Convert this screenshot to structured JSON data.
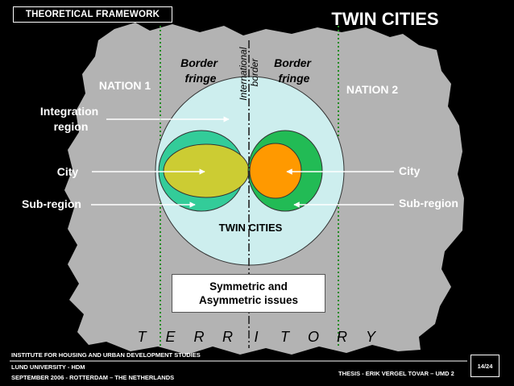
{
  "header": {
    "section_badge": "THEORETICAL FRAMEWORK",
    "title": "TWIN CITIES"
  },
  "diagram": {
    "nation_left": "NATION 1",
    "nation_right": "NATION 2",
    "border_fringe_left": [
      "Border",
      "fringe"
    ],
    "border_fringe_right": [
      "Border",
      "fringe"
    ],
    "international_border": [
      "International",
      "border"
    ],
    "integration_region": [
      "Integration",
      "region"
    ],
    "city_left": "City",
    "city_right": "City",
    "subregion_left": "Sub-region",
    "subregion_right": "Sub-region",
    "twin_cities_label": "TWIN CITIES",
    "note_box": [
      "Symmetric and",
      "Asymmetric issues"
    ],
    "territory_letters": [
      "T",
      "E",
      "R",
      "R",
      "I",
      "T",
      "O",
      "R",
      "Y"
    ],
    "colors": {
      "background": "#000000",
      "territory": "#b3b3b3",
      "integration_region": "#cdeeee",
      "left_subregion": "#33cc99",
      "left_city": "#cccc33",
      "right_subregion": "#22bb55",
      "right_city": "#ff9900",
      "fringe_line": "#228b22"
    }
  },
  "footer": {
    "line1": "INSTITUTE FOR HOUSING AND URBAN DEVELOPMENT STUDIES",
    "line2": "LUND UNIVERSITY - HDM",
    "line3": "SEPTEMBER 2006 - ROTTERDAM – THE NETHERLANDS",
    "thesis": "THESIS - ERIK VERGEL TOVAR – UMD 2",
    "page": "14/24"
  }
}
